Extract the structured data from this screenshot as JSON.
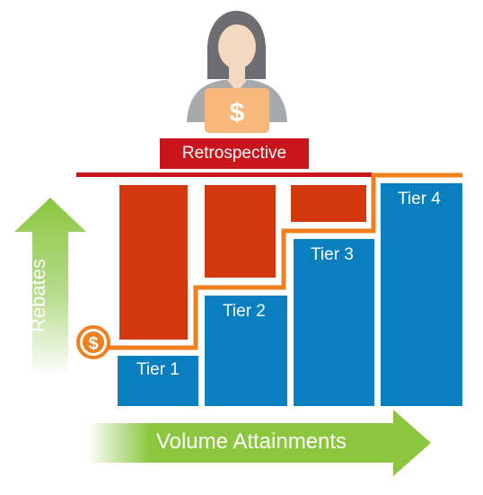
{
  "diagram": {
    "banner_label": "Retrospective",
    "rebates_label": "Rebates",
    "volume_label": "Volume Attainments",
    "tiers": [
      {
        "label": "Tier 1"
      },
      {
        "label": "Tier 2"
      },
      {
        "label": "Tier 3"
      },
      {
        "label": "Tier 4"
      }
    ],
    "icons": {
      "person": "person-at-laptop-icon",
      "laptop_symbol": "$",
      "coin_symbol": "$"
    },
    "colors": {
      "tier_blue": "#0a7fc0",
      "rebate_red": "#d4380f",
      "banner_red": "#c8141a",
      "step_orange": "#f07f1e",
      "arrow_green": "#8cc63f"
    }
  }
}
